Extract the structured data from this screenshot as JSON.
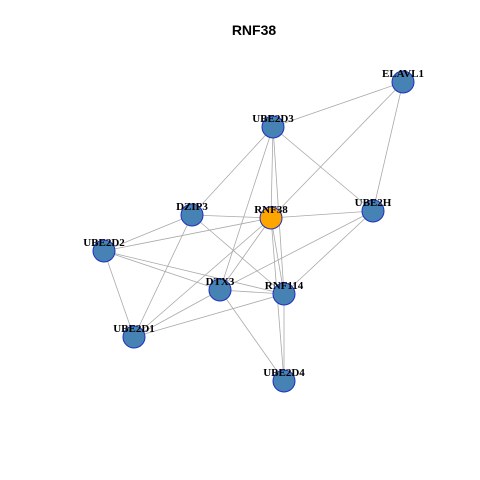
{
  "title": "RNF38",
  "colors": {
    "node": "#4682b4",
    "hub": "#ffa500",
    "node_border": "#1f2fbf",
    "edge": "#a9a9a9"
  },
  "nodes": [
    {
      "id": "RNF38",
      "label": "RNF38",
      "hub": true
    },
    {
      "id": "ELAVL1",
      "label": "ELAVL1",
      "hub": false
    },
    {
      "id": "UBE2D3",
      "label": "UBE2D3",
      "hub": false
    },
    {
      "id": "DZIP3",
      "label": "DZIP3",
      "hub": false
    },
    {
      "id": "UBE2H",
      "label": "UBE2H",
      "hub": false
    },
    {
      "id": "UBE2D2",
      "label": "UBE2D2",
      "hub": false
    },
    {
      "id": "DTX3",
      "label": "DTX3",
      "hub": false
    },
    {
      "id": "RNF114",
      "label": "RNF114",
      "hub": false
    },
    {
      "id": "UBE2D1",
      "label": "UBE2D1",
      "hub": false
    },
    {
      "id": "UBE2D4",
      "label": "UBE2D4",
      "hub": false
    }
  ],
  "edges": [
    [
      "RNF38",
      "ELAVL1"
    ],
    [
      "RNF38",
      "UBE2D3"
    ],
    [
      "RNF38",
      "DZIP3"
    ],
    [
      "RNF38",
      "UBE2H"
    ],
    [
      "RNF38",
      "UBE2D2"
    ],
    [
      "RNF38",
      "DTX3"
    ],
    [
      "RNF38",
      "RNF114"
    ],
    [
      "RNF38",
      "UBE2D1"
    ],
    [
      "RNF38",
      "UBE2D4"
    ],
    [
      "ELAVL1",
      "UBE2D3"
    ],
    [
      "ELAVL1",
      "UBE2H"
    ],
    [
      "UBE2D3",
      "DZIP3"
    ],
    [
      "UBE2D3",
      "UBE2H"
    ],
    [
      "UBE2D3",
      "DTX3"
    ],
    [
      "UBE2D3",
      "RNF114"
    ],
    [
      "DZIP3",
      "UBE2D2"
    ],
    [
      "DZIP3",
      "UBE2D1"
    ],
    [
      "DZIP3",
      "RNF114"
    ],
    [
      "UBE2H",
      "DTX3"
    ],
    [
      "UBE2H",
      "RNF114"
    ],
    [
      "UBE2D2",
      "DTX3"
    ],
    [
      "UBE2D2",
      "RNF114"
    ],
    [
      "UBE2D2",
      "UBE2D1"
    ],
    [
      "DTX3",
      "UBE2D4"
    ],
    [
      "DTX3",
      "UBE2D1"
    ],
    [
      "DTX3",
      "RNF114"
    ],
    [
      "RNF114",
      "UBE2D4"
    ],
    [
      "RNF114",
      "UBE2D1"
    ]
  ]
}
